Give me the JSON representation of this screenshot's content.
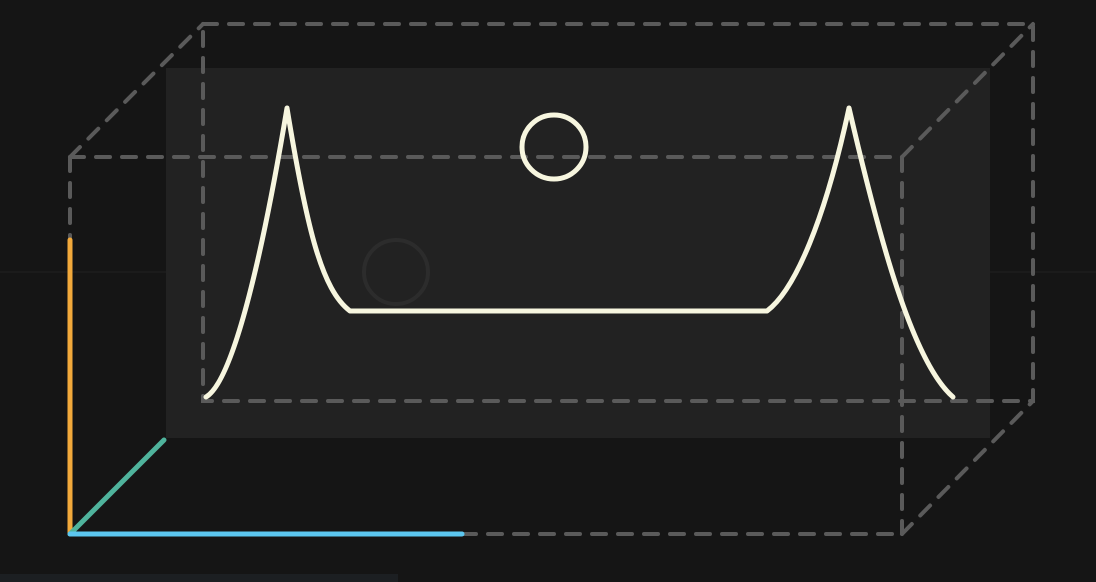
{
  "scene": {
    "colors": {
      "background": "#151515",
      "panel": "#222222",
      "box_edges": "#5a5a5a",
      "curve": "#f7f6df",
      "axis_vertical": "#f2a93b",
      "axis_depth": "#4fb39c",
      "axis_horizontal": "#5cc7f0",
      "ghost_circle": "#2c2c2c"
    },
    "elements": {
      "box": "dashed-3d-box",
      "panel": "back-panel",
      "curve": "double-peak-curve",
      "marker": "ring-marker",
      "ghost": "ghost-ring",
      "axes": [
        "vertical-axis",
        "depth-axis",
        "horizontal-axis"
      ]
    }
  }
}
